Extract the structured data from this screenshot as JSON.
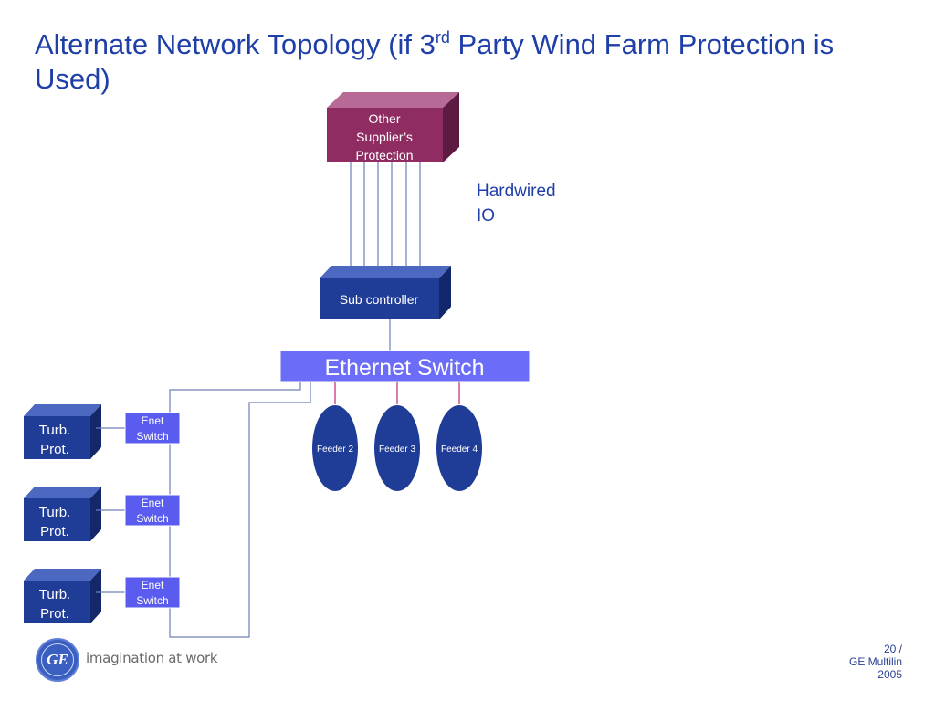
{
  "slide": {
    "title_pre": "Alternate Network Topology (if 3",
    "title_sup": "rd",
    "title_post": " Party Wind Farm Protection is Used)"
  },
  "diagram": {
    "other_protection": [
      "Other",
      "Supplier’s",
      "Protection"
    ],
    "hardwired_io": [
      "Hardwired",
      "IO"
    ],
    "sub_controller": "Sub controller",
    "ethernet_switch": "Ethernet Switch",
    "feeders": [
      "Feeder 2",
      "Feeder 3",
      "Feeder 4"
    ],
    "turbine_label": [
      "Turb.",
      "Prot."
    ],
    "enet_switch_label": [
      "Enet",
      "Switch"
    ],
    "turbine_count": 3
  },
  "colors": {
    "title": "#1f3fa8",
    "dark_blue": "#1f3c96",
    "enet_switch": "#5a5cf0",
    "protection": "#8f2d62",
    "wire": "#6d7fb8",
    "feeder_link": "#c3387e"
  },
  "footer": {
    "page": "20 /",
    "company": "GE Multilin",
    "year": "2005",
    "tagline": "imagination at work",
    "logo_mark": "GE"
  }
}
